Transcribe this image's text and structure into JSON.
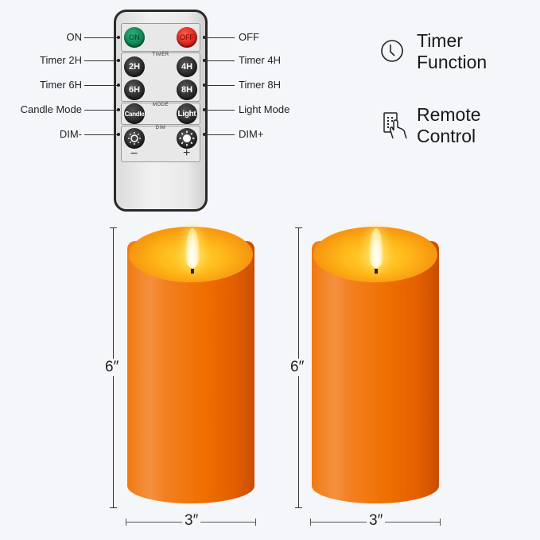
{
  "remote": {
    "buttons": {
      "on": "ON",
      "off": "OFF",
      "timer_2h": "2H",
      "timer_4h": "4H",
      "timer_6h": "6H",
      "timer_8h": "8H",
      "candle": "Candle",
      "light": "Light",
      "dim_minus_symbol": "−",
      "dim_plus_symbol": "+"
    },
    "section_titles": {
      "timer": "TIMER",
      "mode": "MODE",
      "dim": "DIM"
    },
    "colors": {
      "on": "#0d7a4c",
      "off": "#d21a10",
      "dark_button": "#2a2a2a"
    }
  },
  "callouts": {
    "left": [
      "ON",
      "Timer 2H",
      "Timer 6H",
      "Candle Mode",
      "DIM-"
    ],
    "right": [
      "OFF",
      "Timer 4H",
      "Timer 8H",
      "Light Mode",
      "DIM+"
    ]
  },
  "features": [
    {
      "icon": "clock-icon",
      "line1": "Timer",
      "line2": "Function"
    },
    {
      "icon": "remote-hand-icon",
      "line1": "Remote",
      "line2": "Control"
    }
  ],
  "candles": [
    {
      "height_label": "6″",
      "width_label": "3″",
      "color": "#f07a10"
    },
    {
      "height_label": "6″",
      "width_label": "3″",
      "color": "#f07a10"
    }
  ]
}
